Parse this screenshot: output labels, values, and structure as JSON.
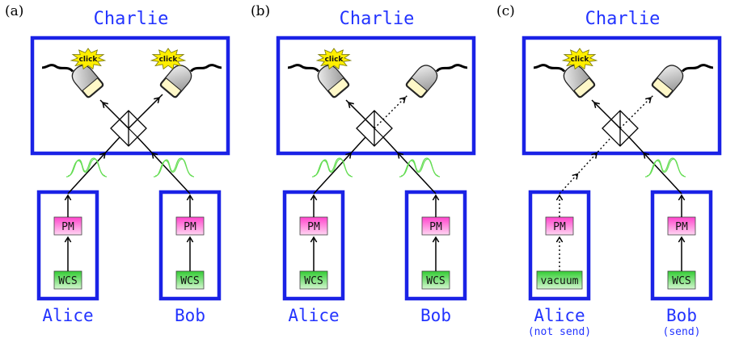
{
  "panels": [
    {
      "label": "(a)",
      "relay": "Charlie",
      "left": {
        "name": "Alice",
        "sub": "",
        "source": "WCS",
        "modulator": "PM",
        "sending": true
      },
      "right": {
        "name": "Bob",
        "sub": "",
        "source": "WCS",
        "modulator": "PM",
        "sending": true
      },
      "detectors": [
        {
          "click": "click"
        },
        {
          "click": "click"
        }
      ]
    },
    {
      "label": "(b)",
      "relay": "Charlie",
      "left": {
        "name": "Alice",
        "sub": "",
        "source": "WCS",
        "modulator": "PM",
        "sending": true
      },
      "right": {
        "name": "Bob",
        "sub": "",
        "source": "WCS",
        "modulator": "PM",
        "sending": true
      },
      "detectors": [
        {
          "click": "click"
        },
        {
          "click": ""
        }
      ]
    },
    {
      "label": "(c)",
      "relay": "Charlie",
      "left": {
        "name": "Alice",
        "sub": "(not send)",
        "source": "vacuum",
        "modulator": "PM",
        "sending": false
      },
      "right": {
        "name": "Bob",
        "sub": "(send)",
        "source": "WCS",
        "modulator": "PM",
        "sending": true
      },
      "detectors": [
        {
          "click": "click"
        },
        {
          "click": ""
        }
      ]
    }
  ],
  "colors": {
    "frame": "#1a22e6",
    "party_text": "#2233ff",
    "pm_fill": "#ff44cc",
    "wcs_fill": "#33cc33",
    "click_fill": "#ffee00",
    "pulse": "#66dd55"
  }
}
